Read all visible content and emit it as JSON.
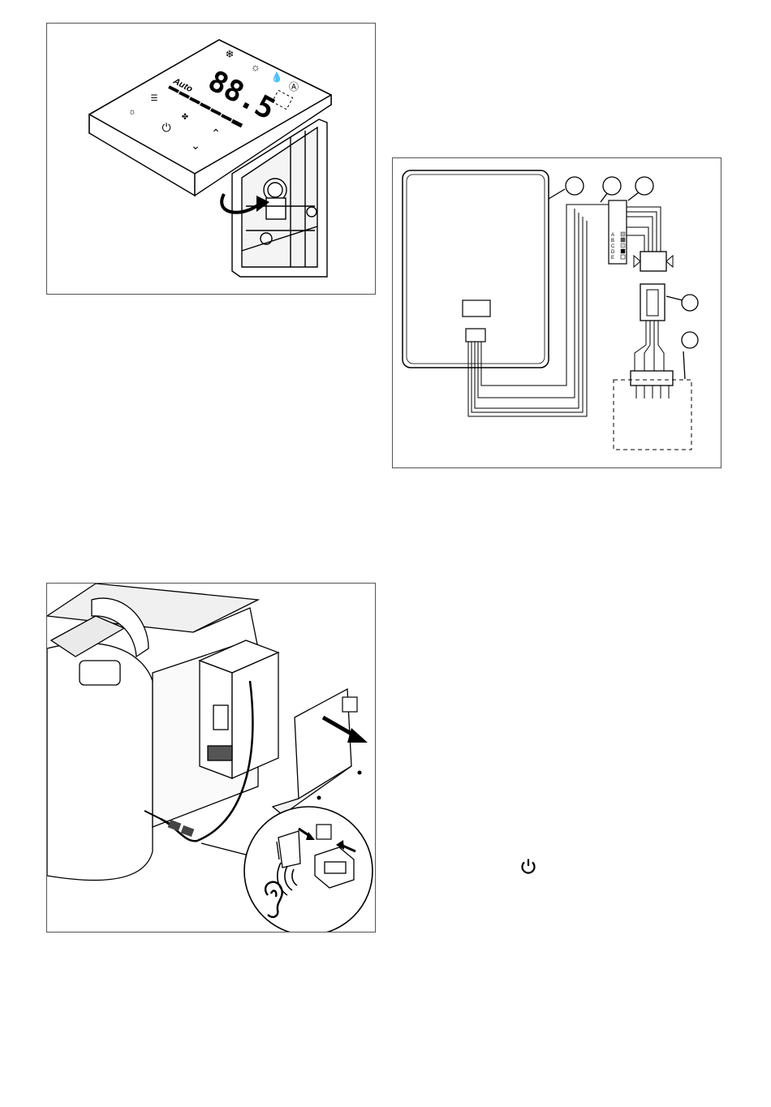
{
  "figure1": {
    "display_digits": "88.5",
    "mode_label": "Auto",
    "icons": [
      "snowflake-icon",
      "sun-icon",
      "drop-icon",
      "auto-fan-icon",
      "menu-icon",
      "bulb-icon",
      "fan-icon",
      "power-icon",
      "chevron-down-icon",
      "chevron-up-icon",
      "arrow-icon"
    ]
  },
  "figure2": {
    "wire_codes": [
      {
        "code": "A",
        "swatch": "#b5b5b5"
      },
      {
        "code": "B",
        "swatch": "#555555"
      },
      {
        "code": "C",
        "swatch": "#d7d7d7"
      },
      {
        "code": "D",
        "swatch": "#000000"
      },
      {
        "code": "E",
        "swatch": "#ffffff"
      }
    ]
  },
  "figure3": {
    "icons": [
      "ear-icon",
      "sound-waves-icon",
      "arrow-icon"
    ]
  },
  "power_symbol": "power-icon"
}
